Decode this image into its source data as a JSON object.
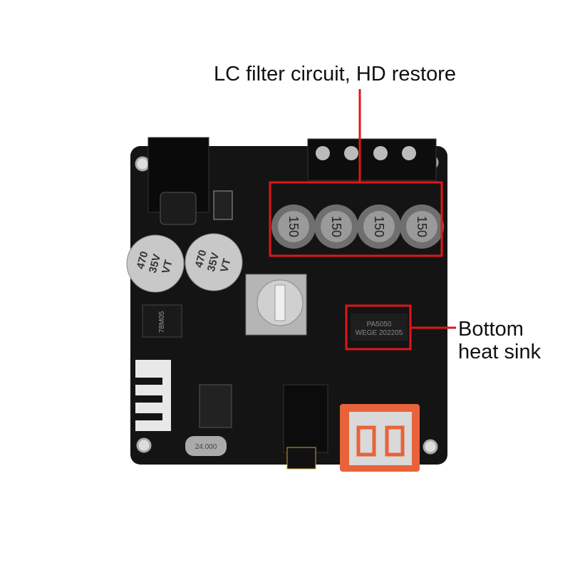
{
  "annotations": {
    "lc_filter": "LC filter circuit, HD restore",
    "heat_sink_line1": "Bottom",
    "heat_sink_line2": "heat sink"
  },
  "board_markings": {
    "inductor": "150",
    "capacitor_value": "470",
    "capacitor_voltage": "35V",
    "capacitor_series": "VT",
    "regulator": "78M05",
    "amp_chip_line1": "PA5050",
    "amp_chip_line2": "WEGE 202205",
    "crystal": "24.000"
  },
  "colors": {
    "callout": "#e0161b",
    "pcb": "#141414",
    "usb": "#e8633a"
  }
}
